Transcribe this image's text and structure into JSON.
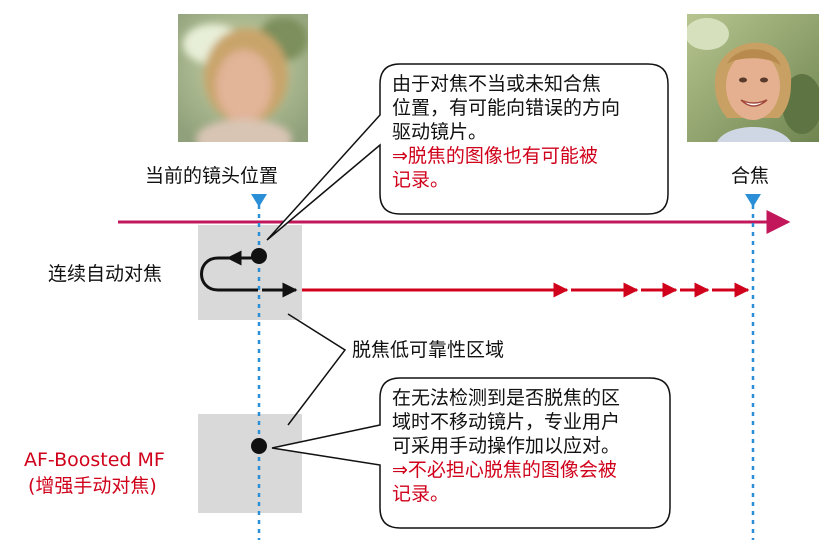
{
  "labels": {
    "current_position": "当前的镜头位置",
    "in_focus": "合焦",
    "continuous_af": "连续自动对焦",
    "low_confidence_zone": "脱焦低可靠性区域",
    "af_boosted_line1": "AF-Boosted MF",
    "af_boosted_line2": "(增强手动对焦)"
  },
  "callout_top": {
    "lines": [
      "由于对焦不当或未知合焦",
      "位置，有可能向错误的方向",
      "驱动镜片。"
    ],
    "highlight_lines": [
      "⇒脱焦的图像也有可能被",
      "记录。"
    ]
  },
  "callout_bottom": {
    "lines": [
      "在无法检测到是否脱焦的区",
      "域时不移动镜片，专业用户",
      "可采用手动操作加以应对。"
    ],
    "highlight_lines": [
      "⇒不必担心脱焦的图像会被",
      "记录。"
    ]
  },
  "images": {
    "blurred_face": "blurred-portrait",
    "sharp_face": "sharp-portrait"
  },
  "colors": {
    "axis": "#c2185b",
    "highlight": "#d0021b",
    "dotted": "#2a8fd6",
    "zone": "#d9d9d9"
  }
}
